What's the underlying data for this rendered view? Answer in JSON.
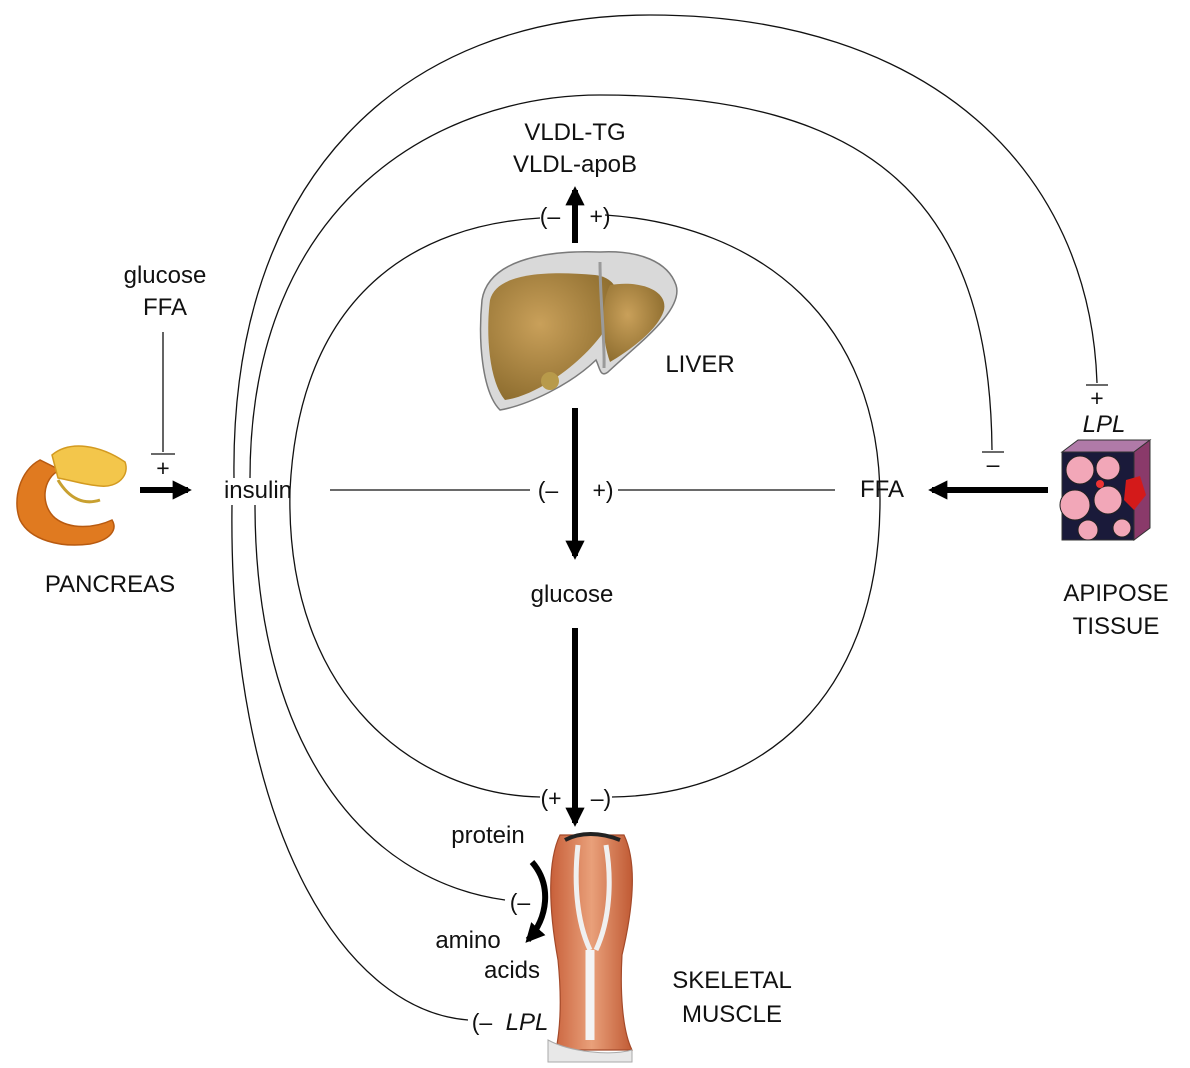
{
  "nodes": {
    "vldl_tg": "VLDL-TG",
    "vldl_apob": "VLDL-apoB",
    "liver": "LIVER",
    "pancreas": "PANCREAS",
    "insulin": "insulin",
    "glucose_ffa_top": "glucose",
    "glucose_ffa_bottom": "FFA",
    "ffa": "FFA",
    "glucose": "glucose",
    "adipose_line1": "APIPOSE",
    "adipose_line2": "TISSUE",
    "lpl_adipose": "LPL",
    "protein": "protein",
    "amino_line1": "amino",
    "amino_line2": "acids",
    "muscle_line1": "SKELETAL",
    "muscle_line2": "MUSCLE",
    "lpl_muscle": "LPL"
  },
  "signs": {
    "vldl_minus": "(–",
    "vldl_plus": "+)",
    "glucose_minus": "(–",
    "glucose_plus": "+)",
    "muscle_plus": "(+",
    "muscle_minus": "–)",
    "protein_minus": "(–",
    "lpl_muscle_minus": "(–",
    "pancreas_plus": "+",
    "adipose_lpl_plus": "+",
    "adipose_ffa_minus": "–"
  },
  "icons": [
    "pancreas-icon",
    "liver-icon",
    "adipose-tissue-icon",
    "skeletal-muscle-icon"
  ]
}
